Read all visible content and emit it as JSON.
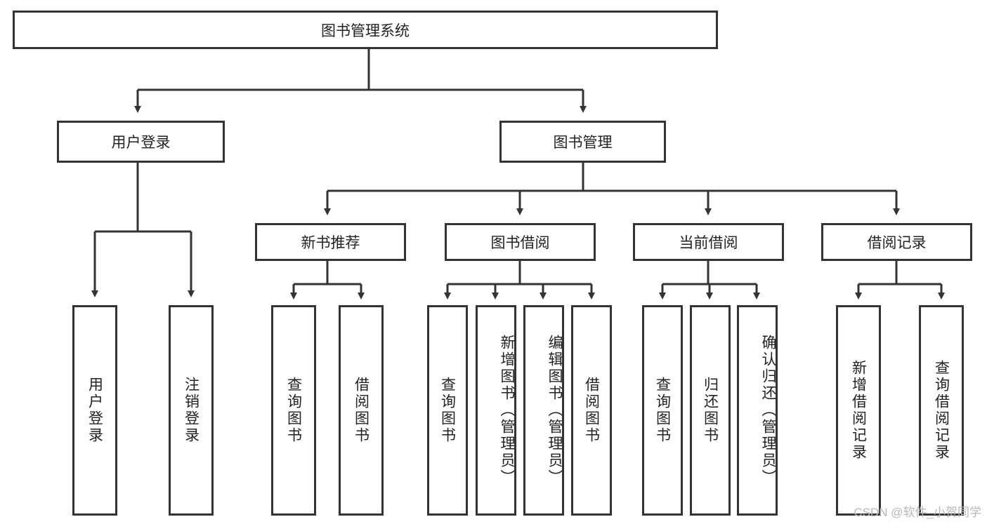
{
  "diagram": {
    "type": "tree",
    "title": "图书管理系统",
    "orientation": "top-down",
    "root": {
      "label": "图书管理系统",
      "id": "root-system"
    },
    "level1": [
      {
        "id": "user-login",
        "label": "用户登录"
      },
      {
        "id": "book-management",
        "label": "图书管理"
      }
    ],
    "level2": [
      {
        "id": "new-book-recommend",
        "label": "新书推荐",
        "parent": "book-management"
      },
      {
        "id": "book-borrow",
        "label": "图书借阅",
        "parent": "book-management"
      },
      {
        "id": "current-borrow",
        "label": "当前借阅",
        "parent": "book-management"
      },
      {
        "id": "borrow-record",
        "label": "借阅记录",
        "parent": "book-management"
      }
    ],
    "leaves": {
      "user_login": [
        {
          "id": "leaf-user-login",
          "label": "用户登录"
        },
        {
          "id": "leaf-logout-login",
          "label": "注销登录"
        }
      ],
      "new_book_recommend": [
        {
          "id": "leaf-query-book-1",
          "label": "查询图书"
        },
        {
          "id": "leaf-borrow-book-1",
          "label": "借阅图书"
        }
      ],
      "book_borrow": [
        {
          "id": "leaf-query-book-2",
          "label": "查询图书"
        },
        {
          "id": "leaf-add-book",
          "label": "新增图书（管理员）"
        },
        {
          "id": "leaf-edit-book",
          "label": "编辑图书（管理员）"
        },
        {
          "id": "leaf-borrow-book-2",
          "label": "借阅图书"
        }
      ],
      "current_borrow": [
        {
          "id": "leaf-query-book-3",
          "label": "查询图书"
        },
        {
          "id": "leaf-return-book",
          "label": "归还图书"
        },
        {
          "id": "leaf-confirm-return",
          "label": "确认归还（管理员）"
        }
      ],
      "borrow_record": [
        {
          "id": "leaf-add-record",
          "label": "新增借阅记录"
        },
        {
          "id": "leaf-query-record",
          "label": "查询借阅记录"
        }
      ]
    }
  },
  "watermark": {
    "text": "CSDN @软件_小贺同学"
  },
  "colors": {
    "stroke": "#333333",
    "box_fill": "#ffffff",
    "text": "#222222",
    "watermark": "#b8b8b8",
    "background": "#ffffff"
  }
}
